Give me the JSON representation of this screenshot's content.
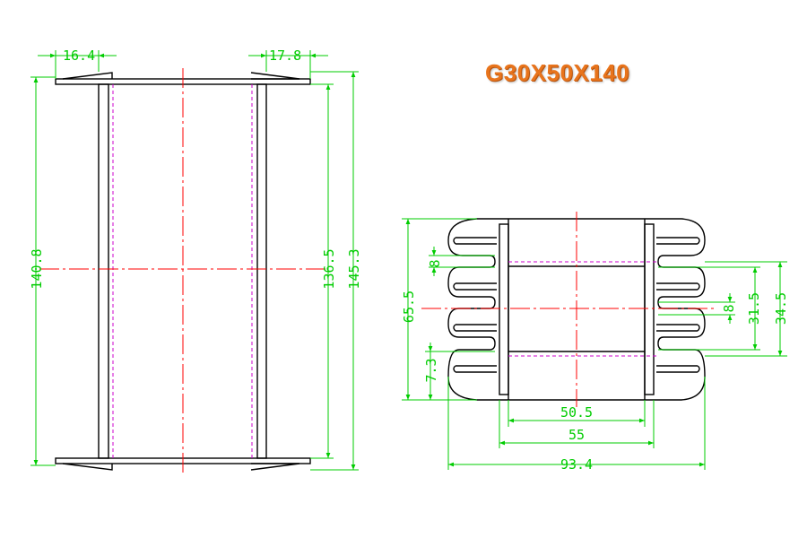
{
  "title": "G30X50X140",
  "colors": {
    "title": "#e8741c",
    "dimension": "#00cc00",
    "outline": "#000000",
    "centerline": "#ff0000",
    "hidden_line": "#cc00cc"
  },
  "side_view": {
    "dims": {
      "flange_left": "16.4",
      "flange_right": "17.8",
      "inner_height": "140.8",
      "tube_height": "136.5",
      "overall_height": "145.3"
    }
  },
  "end_view": {
    "dims": {
      "height": "65.5",
      "bottom_offset": "7.3",
      "slot_left": "8",
      "slot_right": "8",
      "inner_width": "31.5",
      "outer_width": "34.5",
      "core_width": "50.5",
      "tube_width": "55",
      "overall_width": "93.4"
    }
  }
}
